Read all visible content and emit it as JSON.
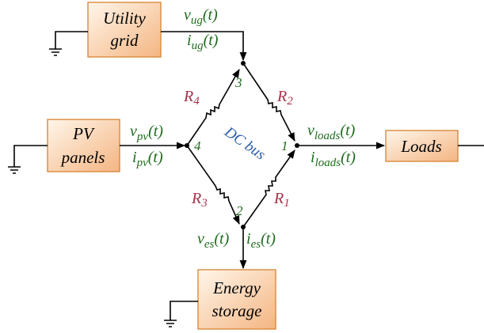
{
  "colors": {
    "box_fill_light": "#fff6ea",
    "box_fill_dark": "#f4b582",
    "box_border": "#d98a3c",
    "signal_text": "#1f6b1f",
    "resistor_text": "#a8324a",
    "bus_text": "#2a5fa8"
  },
  "boxes": {
    "utility": {
      "line1": "Utility",
      "line2": "grid"
    },
    "pv": {
      "line1": "PV",
      "line2": "panels"
    },
    "loads": {
      "line1": "Loads"
    },
    "storage": {
      "line1": "Energy",
      "line2": "storage"
    }
  },
  "signals": {
    "ug": {
      "v": "v",
      "v_sub": "ug",
      "i": "i",
      "i_sub": "ug",
      "arg": "(t)"
    },
    "pv": {
      "v": "v",
      "v_sub": "pv",
      "i": "i",
      "i_sub": "pv",
      "arg": "(t)"
    },
    "loads": {
      "v": "v",
      "v_sub": "loads",
      "i": "i",
      "i_sub": "loads",
      "arg": "(t)"
    },
    "es": {
      "v": "v",
      "v_sub": "es",
      "i": "i",
      "i_sub": "es",
      "arg": "(t)"
    }
  },
  "resistors": {
    "r1": {
      "letter": "R",
      "sub": "1"
    },
    "r2": {
      "letter": "R",
      "sub": "2"
    },
    "r3": {
      "letter": "R",
      "sub": "3"
    },
    "r4": {
      "letter": "R",
      "sub": "4"
    }
  },
  "nodes": {
    "n1": "1",
    "n2": "2",
    "n3": "3",
    "n4": "4"
  },
  "bus_label": "DC bus"
}
